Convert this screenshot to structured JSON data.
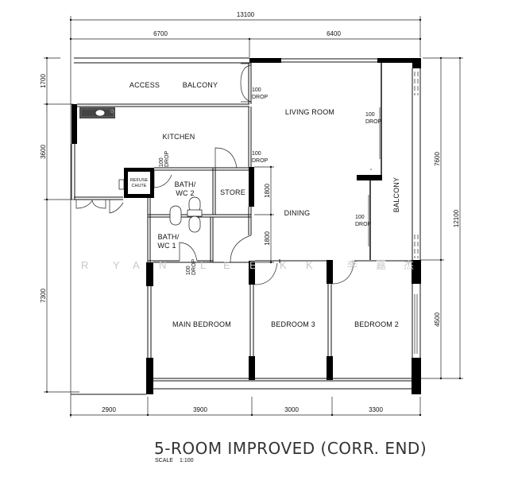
{
  "plan": {
    "title": "5-ROOM IMPROVED (CORR. END)",
    "scale_label": "SCALE",
    "scale_value": "1:100"
  },
  "dimensions": {
    "top_total": "13100",
    "top_left": "6700",
    "top_right": "6400",
    "left_top": "1700",
    "left_mid": "3600",
    "left_bottom": "7300",
    "right_upper": "7600",
    "right_total": "12100",
    "right_lower": "4500",
    "bottom": [
      "2900",
      "3900",
      "3000",
      "3300"
    ],
    "store_upper": "1800",
    "store_lower": "1800"
  },
  "rooms": {
    "access": "ACCESS",
    "balcony_top": "BALCONY",
    "kitchen": "KITCHEN",
    "living_room": "LIVING ROOM",
    "dining": "DINING",
    "balcony_right": "BALCONY",
    "store": "STORE",
    "bath_wc2_a": "BATH/",
    "bath_wc2_b": "WC 2",
    "bath_wc1_a": "BATH/",
    "bath_wc1_b": "WC 1",
    "refuse_a": "REFUSE",
    "refuse_b": "CHUTE",
    "main_bedroom": "MAIN BEDROOM",
    "bedroom3": "BEDROOM 3",
    "bedroom2": "BEDROOM 2"
  },
  "drops": {
    "value": "100",
    "label": "DROP"
  },
  "watermark": {
    "letters": [
      "R",
      "Y",
      "A",
      "N",
      "L",
      "E",
      "E",
      "K",
      "K",
      "李",
      "嘉",
      "杰"
    ]
  }
}
